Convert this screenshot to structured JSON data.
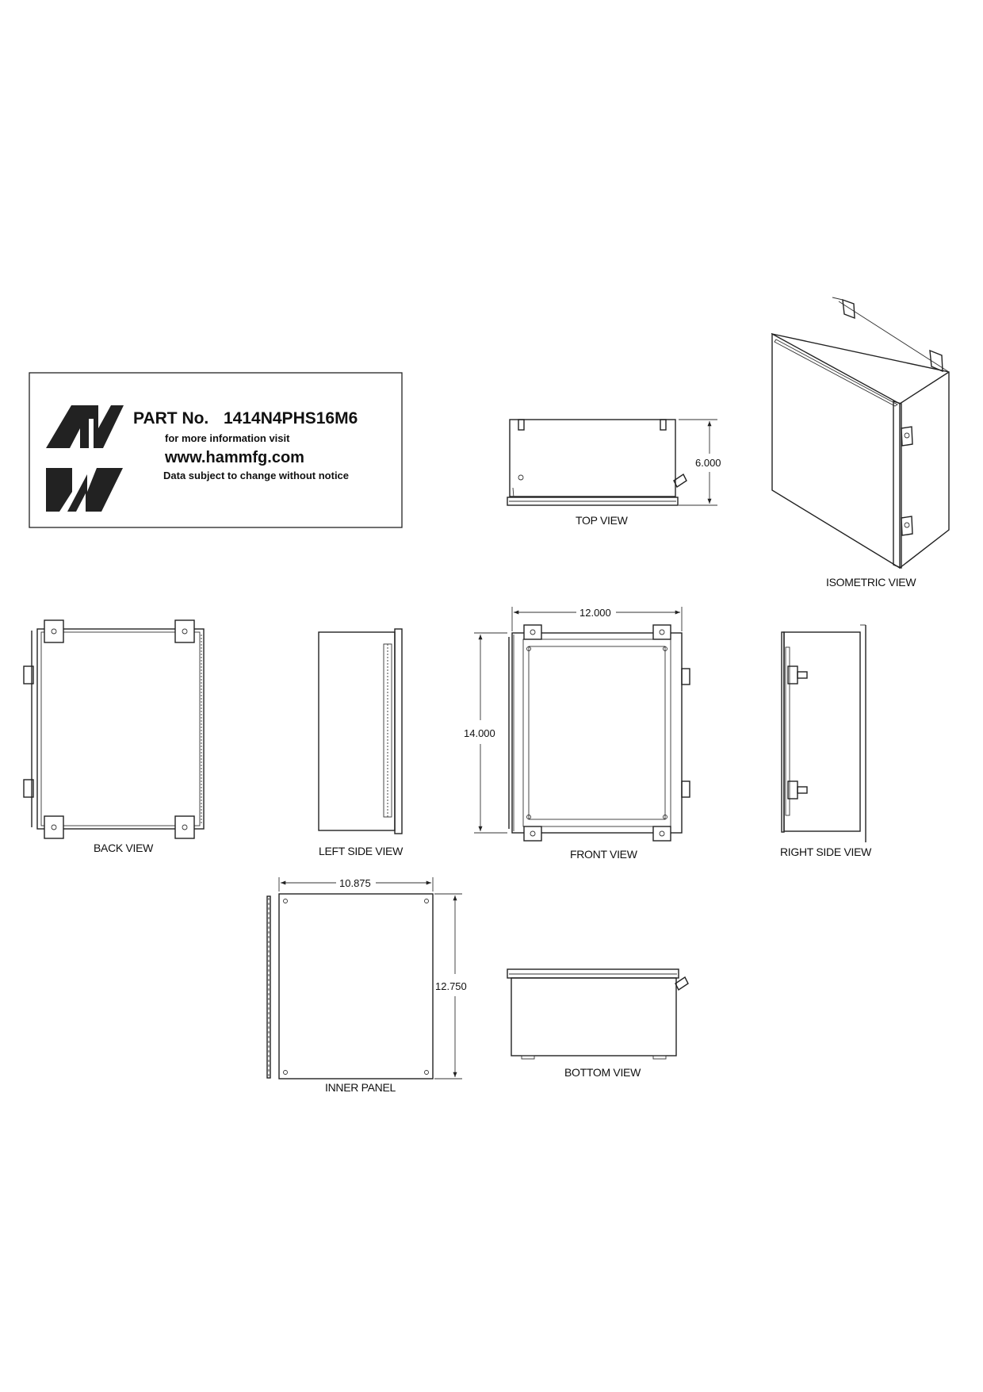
{
  "title_block": {
    "part_label": "PART No.",
    "part_number": "1414N4PHS16M6",
    "info_text": "for more information visit",
    "website": "www.hammfg.com",
    "disclaimer": "Data subject to change without notice"
  },
  "views": {
    "top": "TOP VIEW",
    "isometric": "ISOMETRIC VIEW",
    "back": "BACK VIEW",
    "left_side": "LEFT SIDE VIEW",
    "front": "FRONT VIEW",
    "right_side": "RIGHT SIDE VIEW",
    "inner_panel": "INNER PANEL",
    "bottom": "BOTTOM VIEW"
  },
  "dimensions": {
    "depth": "6.000",
    "width": "12.000",
    "height": "14.000",
    "panel_width": "10.875",
    "panel_height": "12.750"
  }
}
